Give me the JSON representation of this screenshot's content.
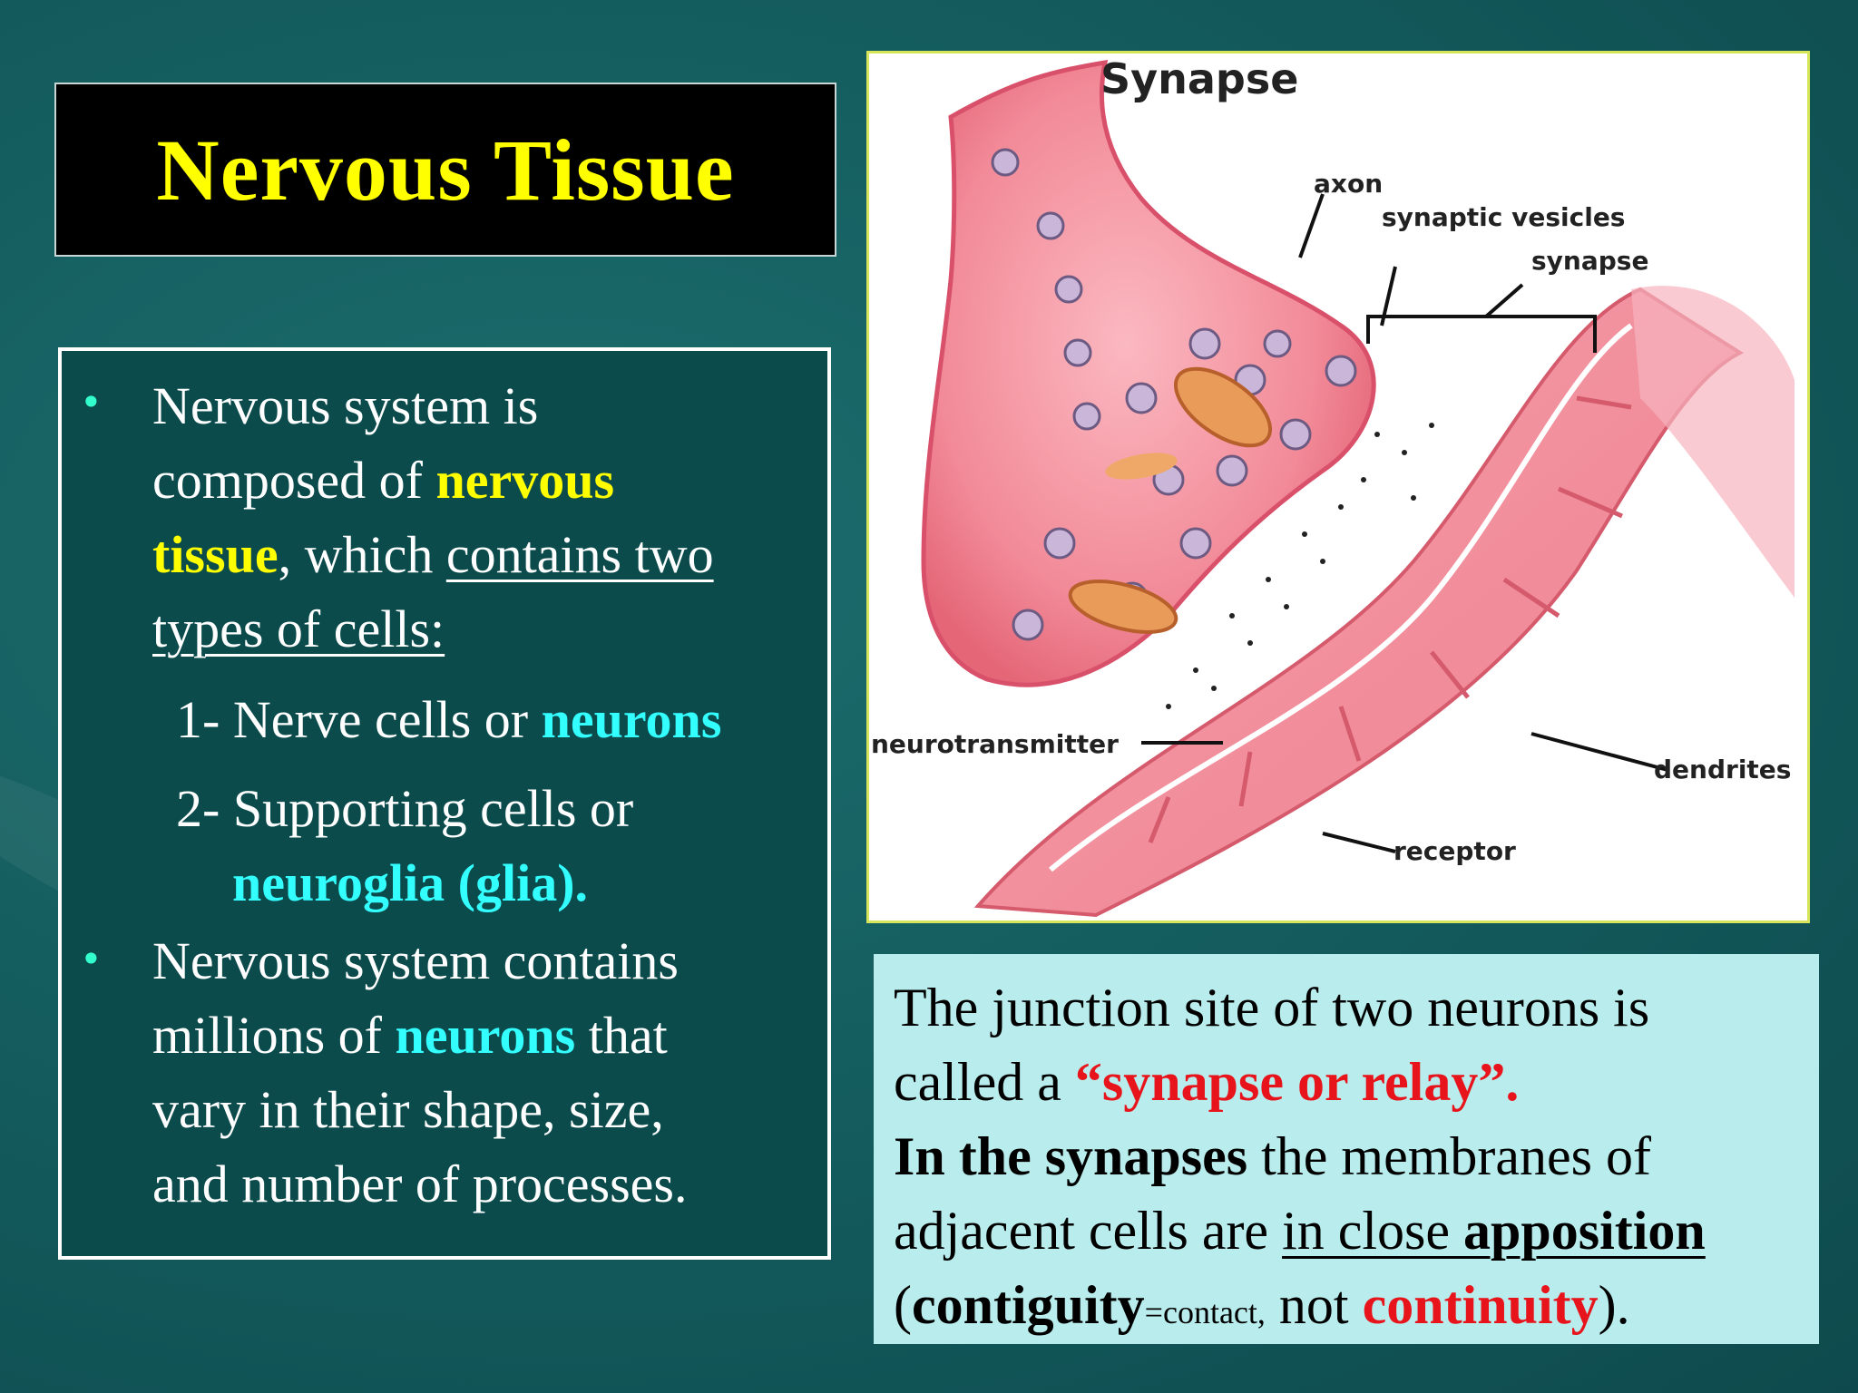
{
  "title": "Nervous Tissue",
  "bullets": {
    "b1_l1": "Nervous system is",
    "b1_l2_a": "composed of ",
    "b1_l2_b": "nervous",
    "b1_l3_a": "tissue",
    "b1_l3_b": ", which ",
    "b1_l3_c": "contains two",
    "b1_l4": "types of  cells:",
    "item1_a": "1- Nerve cells or ",
    "item1_b": "neurons",
    "item2_a": "2- Supporting cells or",
    "item2_b": "neuroglia (glia).",
    "b2_l1": " Nervous system contains",
    "b2_l2_a": "millions of ",
    "b2_l2_b": "neurons",
    "b2_l2_c": " that",
    "b2_l3": "vary in their shape, size,",
    "b2_l4": "and number of  processes.",
    "bullet_glyph": "•"
  },
  "diagram": {
    "title": "Synapse",
    "labels": {
      "axon": "axon",
      "vesicles": "synaptic vesicles",
      "synapse": "synapse",
      "neurotransmitter": "neurotransmitter",
      "dendrites": "dendrites",
      "receptor": "receptor"
    }
  },
  "note": {
    "l1": "The junction site of  two neurons is",
    "l2_a": "called a ",
    "l2_b": "“synapse or relay”.",
    "l3_a": "In the synapses",
    "l3_b": " the membranes of",
    "l4_a": "adjacent cells are ",
    "l4_b": "in close ",
    "l4_c": "apposition",
    "l5_a": "(",
    "l5_b": "contiguity",
    "l5_c": "=contact,",
    "l5_d": " not ",
    "l5_e": "continuity",
    "l5_f": ")."
  },
  "colors": {
    "background": "#135a5c",
    "title_text": "#ffff00",
    "highlight_yellow": "#ffff00",
    "highlight_cyan": "#33ffff",
    "highlight_red": "#e8141b",
    "note_background": "#b9ecec"
  }
}
